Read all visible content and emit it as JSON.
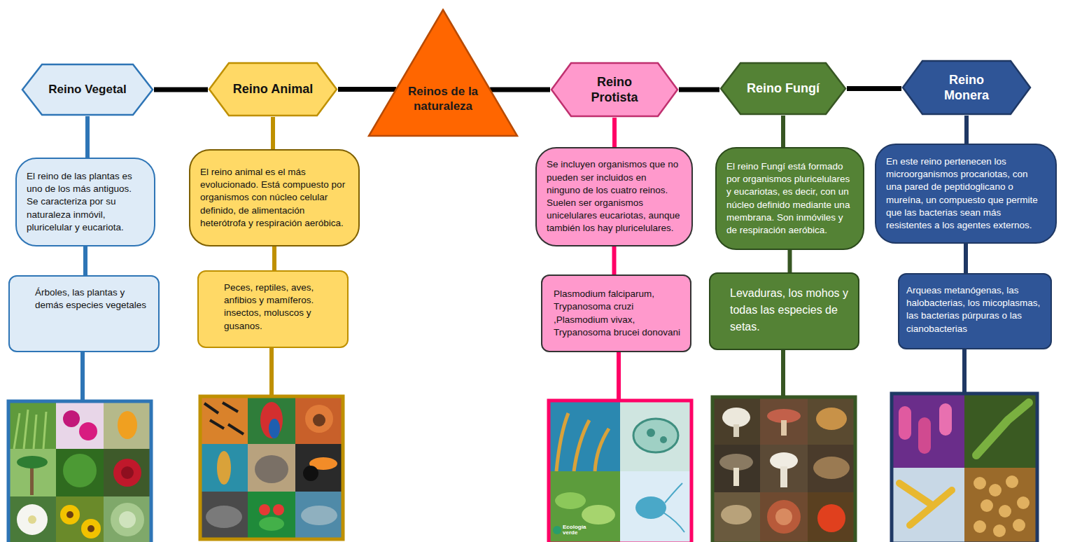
{
  "diagram": {
    "nodes": [
      {
        "text": [
          "Reino Vegetal"
        ]
      },
      {
        "text": [
          "Reino Animal"
        ]
      },
      {
        "text": [
          "Reinos de la naturaleza"
        ]
      },
      {
        "text": [
          "Reino Protista"
        ]
      },
      {
        "text": [
          "Reino Fungí"
        ]
      },
      {
        "text": [
          "Reino Monera"
        ]
      },
      {
        "text": [
          "El reino de las plantas es uno de los más antiguos. Se caracteriza por su naturaleza inmóvil, pluricelular y eucariota."
        ]
      },
      {
        "text": [
          "Árboles, las plantas y demás especies vegetales"
        ]
      },
      {
        "text": [
          "El reino animal es el más evolucionado. Está compuesto por organismos con núcleo celular definido, de alimentación heterótrofa y respiración aeróbica."
        ]
      },
      {
        "text": [
          "Peces, reptiles, aves, anfibios y mamíferos. insectos, moluscos y gusanos."
        ]
      },
      {
        "text": [
          "Se incluyen organismos que no pueden ser incluidos en ninguno de los cuatro reinos. Suelen ser organismos unicelulares eucariotas, aunque también los hay pluricelulares."
        ]
      },
      {
        "text": [
          "Plasmodium falciparum, Trypanosoma cruzi ,Plasmodium vivax, Trypanosoma brucei donovani"
        ]
      },
      {
        "text": [
          "El reino Fungí está formado por organismos pluricelulares y eucariotas, es decir, con un núcleo definido mediante una membrana. Son inmóviles y de respiración aeróbica."
        ]
      },
      {
        "text": [
          "Levaduras, los mohos y todas las especies de setas."
        ]
      },
      {
        "text": [
          "En este reino pertenecen los microorganismos procariotas, con una pared de peptidoglicano o mureína, un compuesto que permite que las bacterias sean más resistentes a los agentes externos."
        ]
      },
      {
        "text": [
          "Arqueas metanógenas, las halobacterias, los micoplasmas, las bacterias púrpuras o las cianobacterias"
        ]
      }
    ],
    "edges": [
      {
        "from": 0,
        "to": 1,
        "arrow": "none"
      },
      {
        "from": 1,
        "to": 2,
        "arrow": "none"
      },
      {
        "from": 2,
        "to": 3,
        "arrow": "none"
      },
      {
        "from": 3,
        "to": 4,
        "arrow": "none"
      },
      {
        "from": 4,
        "to": 5,
        "arrow": "none"
      },
      {
        "from": 0,
        "to": 6,
        "arrow": "none"
      },
      {
        "from": 6,
        "to": 7,
        "arrow": "none"
      },
      {
        "from": 1,
        "to": 8,
        "arrow": "none"
      },
      {
        "from": 8,
        "to": 9,
        "arrow": "none"
      },
      {
        "from": 3,
        "to": 10,
        "arrow": "none"
      },
      {
        "from": 10,
        "to": 11,
        "arrow": "none"
      },
      {
        "from": 4,
        "to": 12,
        "arrow": "none"
      },
      {
        "from": 12,
        "to": 13,
        "arrow": "none"
      },
      {
        "from": 5,
        "to": 14,
        "arrow": "none"
      },
      {
        "from": 14,
        "to": 15,
        "arrow": "none"
      }
    ],
    "labels": [
      "Ecología verde"
    ]
  }
}
